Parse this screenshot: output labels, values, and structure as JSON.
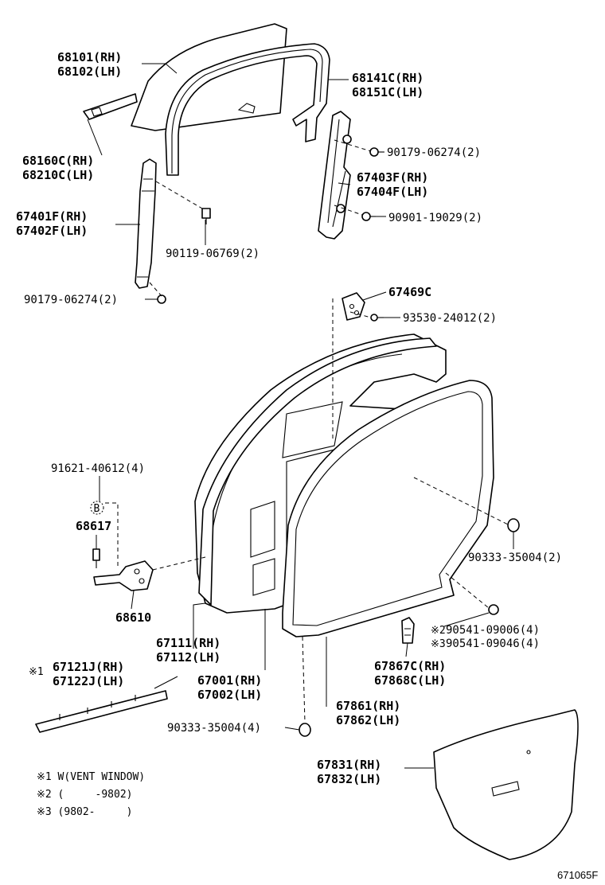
{
  "parts": [
    {
      "id": "glass",
      "lines": [
        "68101(RH)",
        "68102(LH)"
      ]
    },
    {
      "id": "run-channel",
      "lines": [
        "68141C(RH)",
        "68151C(LH)"
      ]
    },
    {
      "id": "glass-channel",
      "lines": [
        "68160C(RH)",
        "68210C(LH)"
      ]
    },
    {
      "id": "bolt-a",
      "lines": [
        "90179-06274(2)"
      ]
    },
    {
      "id": "regulator",
      "lines": [
        "67403F(RH)",
        "67404F(LH)"
      ]
    },
    {
      "id": "division-bar",
      "lines": [
        "67401F(RH)",
        "67402F(LH)"
      ]
    },
    {
      "id": "bolt-b",
      "lines": [
        "90901-19029(2)"
      ]
    },
    {
      "id": "bolt-c",
      "lines": [
        "90119-06769(2)"
      ]
    },
    {
      "id": "bolt-d",
      "lines": [
        "90179-06274(2)"
      ]
    },
    {
      "id": "bracket",
      "lines": [
        "67469C"
      ]
    },
    {
      "id": "screw-a",
      "lines": [
        "93530-24012(2)"
      ]
    },
    {
      "id": "bolt-e",
      "lines": [
        "91621-40612(4)"
      ]
    },
    {
      "id": "check",
      "lines": [
        "68617"
      ]
    },
    {
      "id": "hinge",
      "lines": [
        "68610"
      ]
    },
    {
      "id": "plug-a",
      "lines": [
        "90333-35004(2)"
      ]
    },
    {
      "id": "clip",
      "lines": [
        "90541-09006(4)",
        "90541-09046(4)"
      ]
    },
    {
      "id": "weatherstrip",
      "lines": [
        "67111(RH)",
        "67112(LH)"
      ]
    },
    {
      "id": "garnish",
      "lines": [
        "67121J(RH)",
        "67122J(LH)"
      ]
    },
    {
      "id": "door-panel",
      "lines": [
        "67001(RH)",
        "67002(LH)"
      ]
    },
    {
      "id": "fastener",
      "lines": [
        "67867C(RH)",
        "67868C(LH)"
      ]
    },
    {
      "id": "door-seal",
      "lines": [
        "67861(RH)",
        "67862(LH)"
      ]
    },
    {
      "id": "plug-b",
      "lines": [
        "90333-35004(4)"
      ]
    },
    {
      "id": "trim-board",
      "lines": [
        "67831(RH)",
        "67832(LH)"
      ]
    }
  ],
  "markers": {
    "note1": "※1",
    "note2": "※2",
    "note3": "※3",
    "b": "B"
  },
  "notes": [
    "※1 W(VENT WINDOW)",
    "※2 (     -9802)",
    "※3 (9802-     )"
  ],
  "drawing_number": "671065F"
}
